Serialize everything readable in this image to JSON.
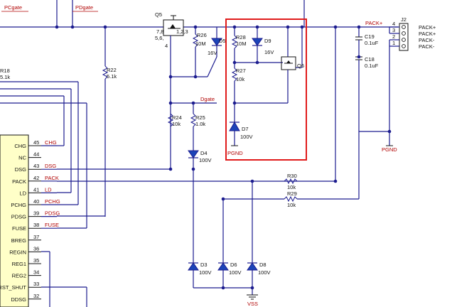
{
  "net_labels": {
    "pcgate": "PCgate",
    "pdgate": "PDgate",
    "dgate": "Dgate",
    "pack_plus": "PACK+",
    "pgnd_left": "PGND",
    "pgnd_right": "PGND",
    "vss": "VSS"
  },
  "components": {
    "q5": {
      "ref": "Q5",
      "pins_left": "7,8",
      "pins_left2": "5,6,",
      "pins_right": "1,2,3",
      "pin_gate": "4"
    },
    "r22": {
      "ref": "R22",
      "value": "5.1k"
    },
    "r18": {
      "ref": "R18",
      "value": "5.1k"
    },
    "r26": {
      "ref": "R26",
      "value": "10M"
    },
    "d5": {
      "ref": "D5",
      "value": "16V"
    },
    "r28": {
      "ref": "R28",
      "value": "10M"
    },
    "d9": {
      "ref": "D9",
      "value": "16V"
    },
    "q6": {
      "ref": "Q6"
    },
    "r27": {
      "ref": "R27",
      "value": "10k"
    },
    "d7": {
      "ref": "D7",
      "value": "100V"
    },
    "r24": {
      "ref": "R24",
      "value": "10k"
    },
    "r25": {
      "ref": "R25",
      "value": "1.0k"
    },
    "d4": {
      "ref": "D4",
      "value": "100V"
    },
    "r30": {
      "ref": "R30",
      "value": "10k"
    },
    "r29": {
      "ref": "R29",
      "value": "10k"
    },
    "d3": {
      "ref": "D3",
      "value": "100V"
    },
    "d6": {
      "ref": "D6",
      "value": "100V"
    },
    "d8": {
      "ref": "D8",
      "value": "100V"
    },
    "c19": {
      "ref": "C19",
      "value": "0.1uF"
    },
    "c18": {
      "ref": "C18",
      "value": "0.1uF"
    },
    "j2": {
      "ref": "J2",
      "pins": [
        "4",
        "3",
        "2",
        "1"
      ],
      "labels": [
        "PACK+",
        "PACK+",
        "PACK-",
        "PACK-"
      ]
    }
  },
  "ic": {
    "pins": [
      {
        "name": "CHG",
        "num": "45",
        "net": "CHG"
      },
      {
        "name": "NC",
        "num": "44",
        "net": ""
      },
      {
        "name": "DSG",
        "num": "43",
        "net": "DSG"
      },
      {
        "name": "PACK",
        "num": "42",
        "net": "PACK"
      },
      {
        "name": "LD",
        "num": "41",
        "net": "LD"
      },
      {
        "name": "PCHG",
        "num": "40",
        "net": "PCHG"
      },
      {
        "name": "PDSG",
        "num": "39",
        "net": "PDSG"
      },
      {
        "name": "FUSE",
        "num": "38",
        "net": "FUSE"
      },
      {
        "name": "BREG",
        "num": "37",
        "net": ""
      },
      {
        "name": "REGIN",
        "num": "36",
        "net": ""
      },
      {
        "name": "REG1",
        "num": "35",
        "net": ""
      },
      {
        "name": "REG2",
        "num": "34",
        "net": ""
      },
      {
        "name": "RST_SHUT",
        "num": "33",
        "net": ""
      },
      {
        "name": "DDSG",
        "num": "32",
        "net": ""
      }
    ]
  },
  "highlight_color": "#e01b1b",
  "wire_color": "#1c1c8f",
  "net_text_color": "#b00000"
}
